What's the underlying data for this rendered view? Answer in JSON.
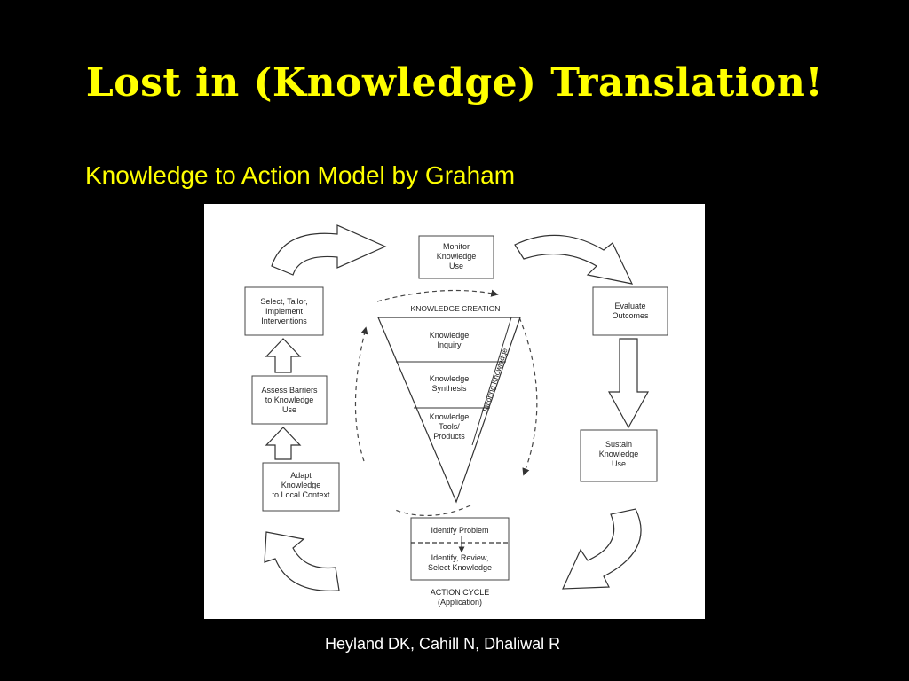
{
  "slide": {
    "title": "Lost in (Knowledge) Translation!",
    "subtitle": "Knowledge to Action Model by Graham",
    "citation": "Heyland DK, Cahill N, Dhaliwal R"
  },
  "diagram": {
    "boxes": {
      "monitor": [
        "Monitor",
        "Knowledge",
        "Use"
      ],
      "evaluate": [
        "Evaluate",
        "Outcomes"
      ],
      "sustain": [
        "Sustain",
        "Knowledge",
        "Use"
      ],
      "select": [
        "Select, Tailor,",
        "Implement",
        "Interventions"
      ],
      "assess": [
        "Assess Barriers",
        "to Knowledge",
        "Use"
      ],
      "adapt": [
        "Adapt",
        "Knowledge",
        "to Local Context"
      ],
      "identify_problem": "Identify   Problem",
      "identify_review": [
        "Identify, Review,",
        "Select Knowledge"
      ]
    },
    "funnel": {
      "header": "KNOWLEDGE CREATION",
      "inquiry": [
        "Knowledge",
        "Inquiry"
      ],
      "synthesis": [
        "Knowledge",
        "Synthesis"
      ],
      "tools": [
        "Knowledge",
        "Tools/",
        "Products"
      ],
      "side_label": "Tailoring    Knowledge"
    },
    "action_cycle": [
      "ACTION CYCLE",
      "(Application)"
    ]
  }
}
